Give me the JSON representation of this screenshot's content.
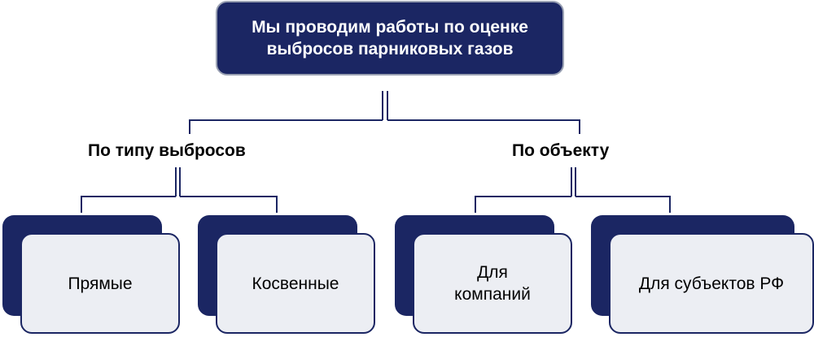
{
  "colors": {
    "primary_navy": "#1b2663",
    "leaf_fill": "#eceef3",
    "root_border": "#9aa1b3",
    "connector": "#1b2663"
  },
  "root": {
    "text": "Мы проводим работы по оценке выбросов парниковых газов"
  },
  "categories": [
    {
      "label": "По типу выбросов",
      "leaves": [
        "Прямые",
        "Косвенные"
      ]
    },
    {
      "label": "По объекту",
      "leaves": [
        "Для компаний",
        "Для субъектов РФ"
      ]
    }
  ]
}
